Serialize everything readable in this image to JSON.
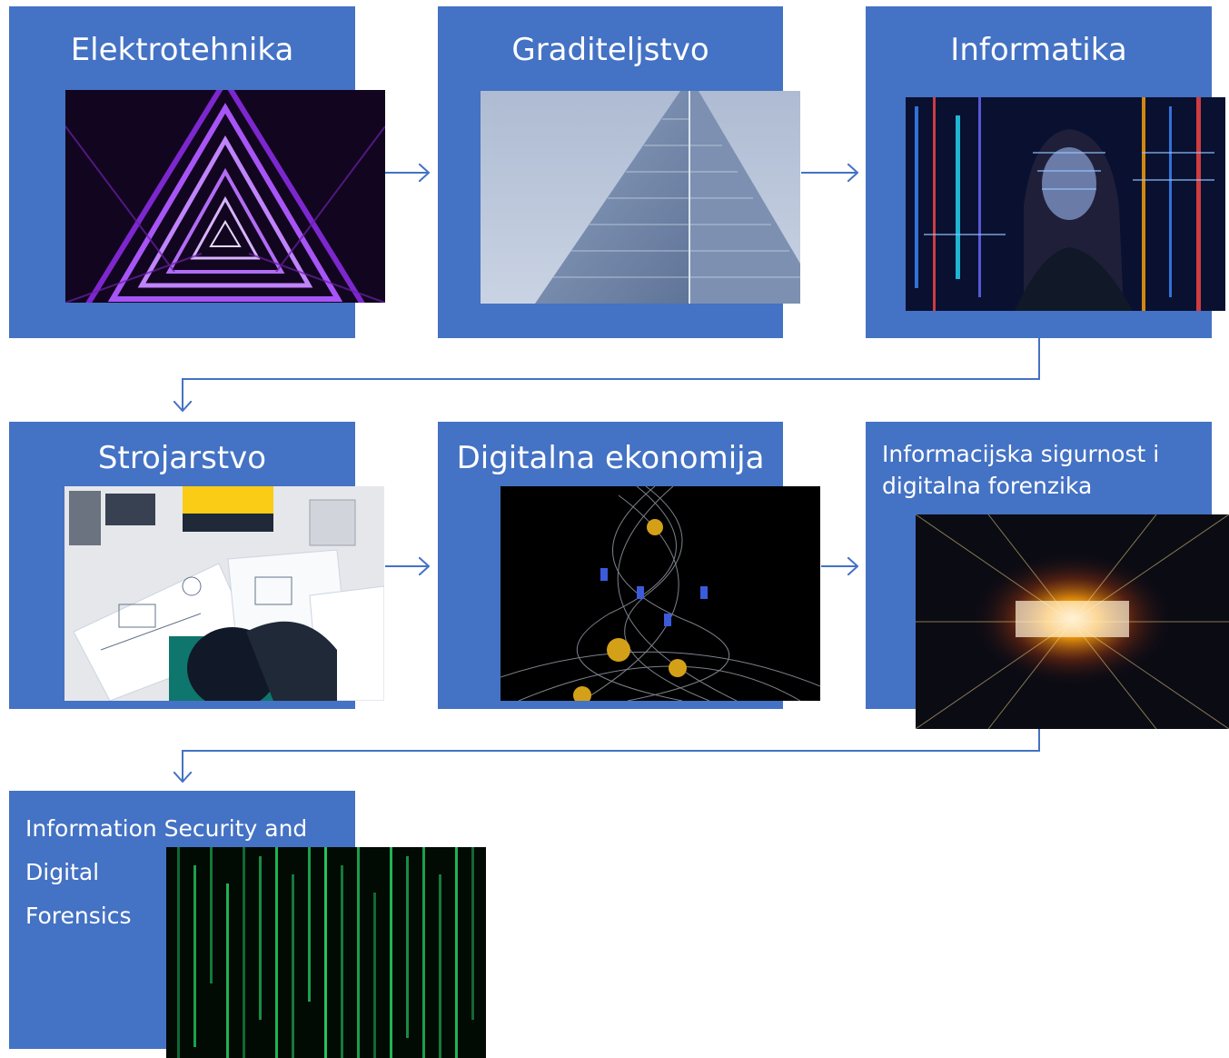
{
  "colors": {
    "box": "#4472C4",
    "arrow": "#4472C4",
    "text": "#ffffff"
  },
  "nodes": [
    {
      "title": "Elektrotehnika",
      "image": "neon-triangle-stairwell"
    },
    {
      "title": "Graditeljstvo",
      "image": "glass-building-facade"
    },
    {
      "title": "Informatika",
      "image": "code-projection-portrait"
    },
    {
      "title": "Strojarstvo",
      "image": "engineering-drawings-desk"
    },
    {
      "title": "Digitalna ekonomija",
      "image": "bitcoin-vortex"
    },
    {
      "title": "Informacijska sigurnost i digitalna forenzika",
      "image": "light-speed-tunnel"
    },
    {
      "title_lines": [
        "Information Security and",
        "Digital",
        "Forensics"
      ],
      "image": "green-matrix-code"
    }
  ]
}
